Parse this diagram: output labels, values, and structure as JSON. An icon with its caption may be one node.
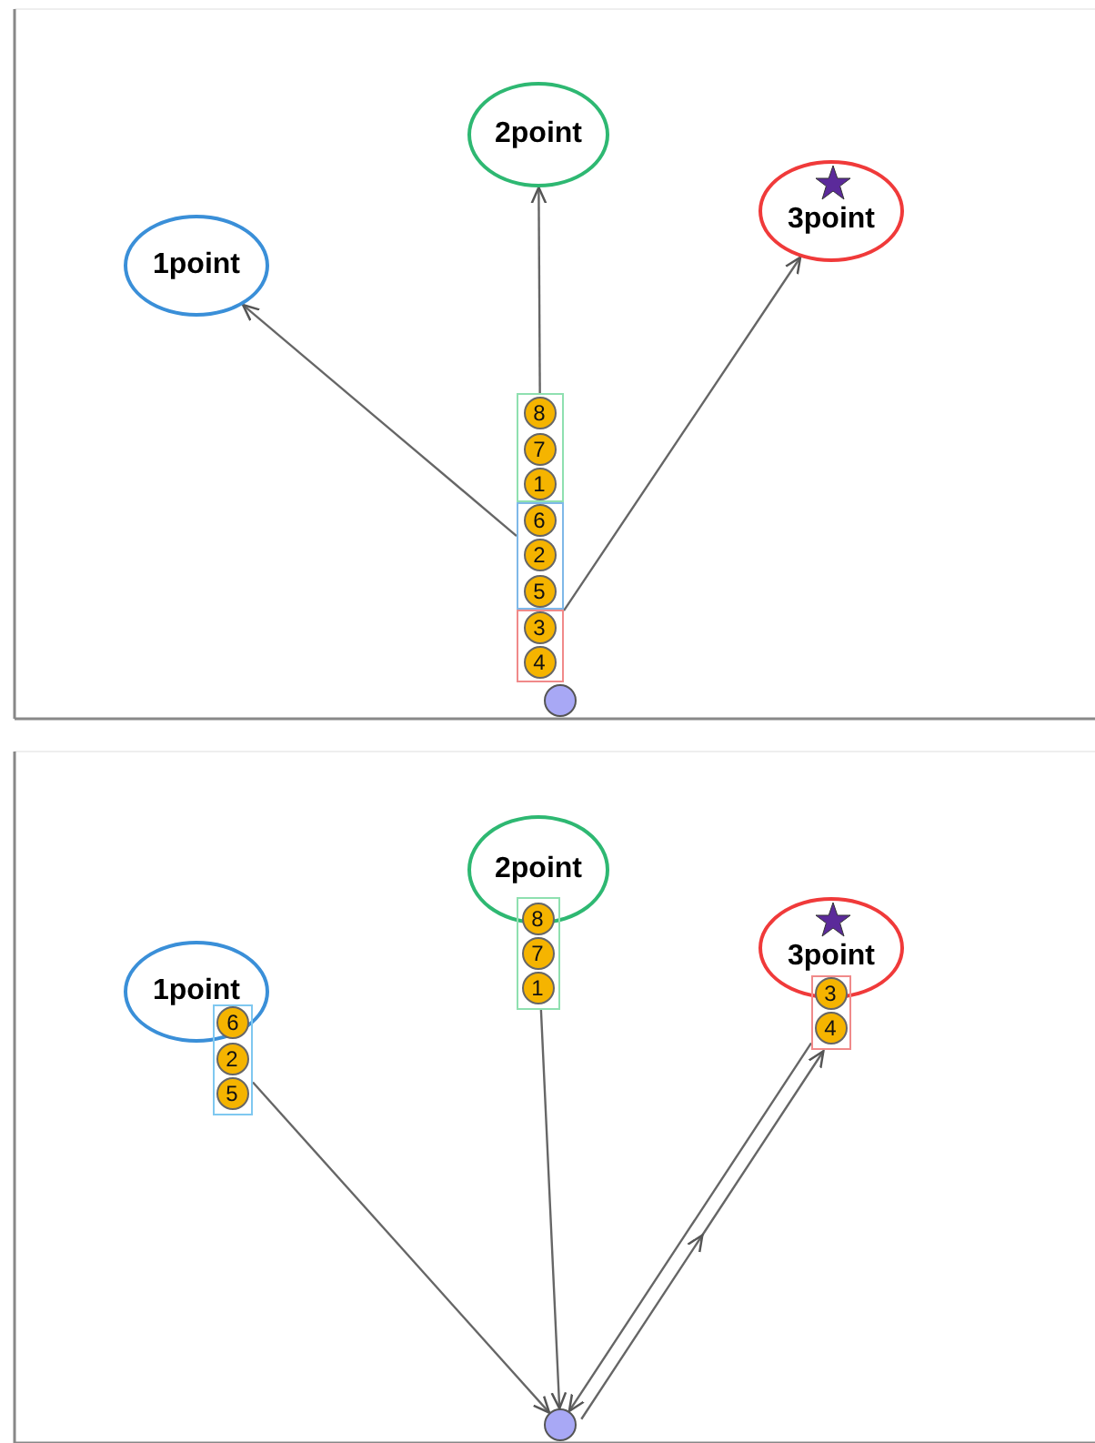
{
  "diagram": {
    "nodes": [
      {
        "text": [
          "1point"
        ]
      },
      {
        "text": [
          "2point"
        ]
      },
      {
        "text": [
          "3point"
        ]
      },
      {
        "text": [],
        "shape": "box"
      },
      {
        "text": [
          "8"
        ],
        "in": 3
      },
      {
        "text": [
          "7"
        ],
        "in": 3
      },
      {
        "text": [
          "1"
        ],
        "in": 3
      },
      {
        "text": [],
        "shape": "box"
      },
      {
        "text": [
          "6"
        ],
        "in": 7
      },
      {
        "text": [
          "2"
        ],
        "in": 7
      },
      {
        "text": [
          "5"
        ],
        "in": 7
      },
      {
        "text": [],
        "shape": "box"
      },
      {
        "text": [
          "3"
        ],
        "in": 11
      },
      {
        "text": [
          "4"
        ],
        "in": 11
      },
      {
        "text": [],
        "shape": "circle"
      },
      {
        "text": [
          "1point"
        ]
      },
      {
        "text": [],
        "shape": "box"
      },
      {
        "text": [
          "6"
        ]
      },
      {
        "text": [
          "2"
        ],
        "in": 16
      },
      {
        "text": [
          "5"
        ],
        "in": 16
      },
      {
        "text": [
          "2point"
        ]
      },
      {
        "text": [],
        "shape": "box"
      },
      {
        "text": [
          "8"
        ],
        "in": 21
      },
      {
        "text": [
          "7"
        ],
        "in": 21
      },
      {
        "text": [
          "1"
        ],
        "in": 21
      },
      {
        "text": [
          "3point"
        ]
      },
      {
        "text": [],
        "shape": "box"
      },
      {
        "text": [
          "3"
        ],
        "in": 26
      },
      {
        "text": [
          "4"
        ],
        "in": 26
      },
      {
        "text": [],
        "shape": "circle"
      }
    ],
    "edges": [
      {
        "from": 7,
        "to": 0,
        "arrow": "to"
      },
      {
        "from": 3,
        "to": 1,
        "arrow": "to"
      },
      {
        "from": 11,
        "to": 2,
        "arrow": "to"
      },
      {
        "from": 16,
        "to": 29,
        "arrow": "to"
      },
      {
        "from": 21,
        "to": 29,
        "arrow": "to"
      },
      {
        "from": 26,
        "to": 29,
        "arrow": "to"
      },
      {
        "from": 29,
        "to": 26,
        "arrow": "to"
      }
    ]
  }
}
